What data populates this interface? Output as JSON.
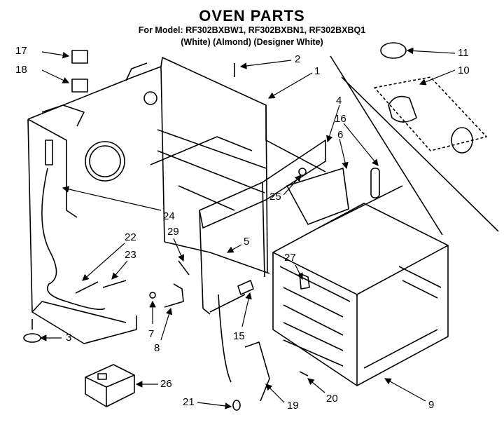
{
  "header": {
    "title": "OVEN PARTS",
    "model_line": "For Model: RF302BXBW1, RF302BXBN1, RF302BXBQ1",
    "color_line": "(White)     (Almond) (Designer White)"
  },
  "callouts": [
    {
      "id": "c17",
      "label": "17"
    },
    {
      "id": "c18",
      "label": "18"
    },
    {
      "id": "c2",
      "label": "2"
    },
    {
      "id": "c1",
      "label": "1"
    },
    {
      "id": "c11",
      "label": "11"
    },
    {
      "id": "c10",
      "label": "10"
    },
    {
      "id": "c4",
      "label": "4"
    },
    {
      "id": "c16",
      "label": "16"
    },
    {
      "id": "c6",
      "label": "6"
    },
    {
      "id": "c25",
      "label": "25"
    },
    {
      "id": "c24",
      "label": "24"
    },
    {
      "id": "c22",
      "label": "22"
    },
    {
      "id": "c23",
      "label": "23"
    },
    {
      "id": "c29",
      "label": "29"
    },
    {
      "id": "c5",
      "label": "5"
    },
    {
      "id": "c27",
      "label": "27"
    },
    {
      "id": "c3",
      "label": "3"
    },
    {
      "id": "c7",
      "label": "7"
    },
    {
      "id": "c8",
      "label": "8"
    },
    {
      "id": "c15",
      "label": "15"
    },
    {
      "id": "c26",
      "label": "26"
    },
    {
      "id": "c20",
      "label": "20"
    },
    {
      "id": "c21",
      "label": "21"
    },
    {
      "id": "c19",
      "label": "19"
    },
    {
      "id": "c9",
      "label": "9"
    }
  ]
}
